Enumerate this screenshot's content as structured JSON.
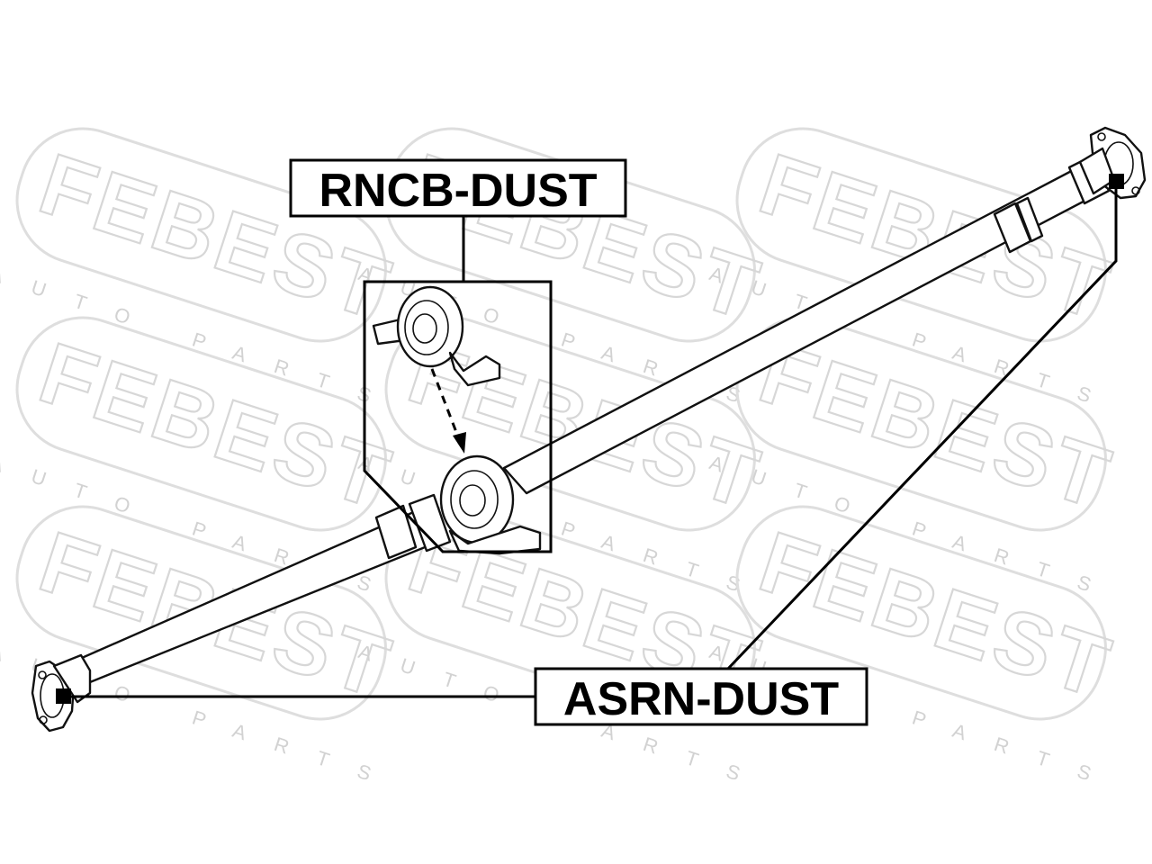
{
  "watermark": {
    "logo_text": "FEBEST",
    "sub_text": "AUTO PARTS"
  },
  "labels": {
    "center_bearing": "RNCB-DUST",
    "shaft_assembly": "ASRN-DUST"
  },
  "icons": {
    "center-bearing": "bearing-with-bracket",
    "shaft": "propeller-shaft",
    "flange": "universal-joint-flange"
  }
}
